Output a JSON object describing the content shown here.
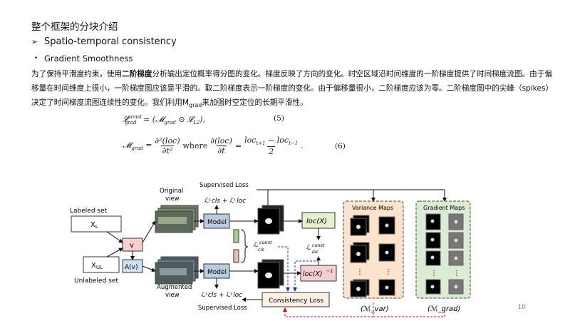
{
  "heading": "整个框架的分块介绍",
  "bullet_main": "Spatio-temporal consistency",
  "bullet_sub": "Gradient Smoothness",
  "paragraph": {
    "part1": "为了保持平滑度约束，使用",
    "bold": "二阶梯度",
    "part2": "分析输出定位概率得分图的变化。梯度反映了方向的变化。时空区域沿时间维度的一阶梯度提供了时间梯度流图。由于偏移量在时间维度上很小，一阶梯度图应该是平滑的。取二阶梯度表示一阶梯度的变化。由于偏移量很小，二阶梯度应该为零。二阶梯度图中的尖峰（spikes）决定了时间梯度流图连续性的变化。我们利用M",
    "subscript": "grad",
    "part3": "来加强时空定位的长期平滑性。"
  },
  "equations": {
    "eq5": "ℒ_grad^const = (ℳ_grad ⊙ ℒ_L2),",
    "eq5_num": "(5)",
    "eq6": "ℳ_grad = ∂²(loc)/∂t²  where  ∂(loc)/∂t = (loc_{t+1} − loc_{t−1}) / 2.",
    "eq6_num": "(6)"
  },
  "diagram": {
    "supervised_loss_top": "Supervised Loss",
    "supervised_loss_bottom": "Supervised Loss",
    "original_view": "Original view",
    "augmented_view": "Augmented view",
    "labeled_set": "Labeled set",
    "unlabeled_set": "Unlabeled set",
    "xl": "X_L",
    "xul": "X_UL",
    "v": "v",
    "av": "A(v)",
    "model": "Model",
    "loc": "loc(X)",
    "loc_inv": "loc(X)^-1",
    "l_cls_const": "ℒ_cls^const",
    "l_loc_const": "ℒ_loc^const",
    "loss_top": "ℒ_cls^l + ℒ_loc^l",
    "loss_bottom": "ℒ_cls^l + ℒ_loc^l",
    "consistency_loss": "Consistency Loss",
    "variance_maps": "Variance Maps",
    "gradient_maps": "Gradient Maps",
    "m_var": "(ℳ_var)",
    "m_grad": "(ℳ_grad)"
  },
  "page_number": "10"
}
